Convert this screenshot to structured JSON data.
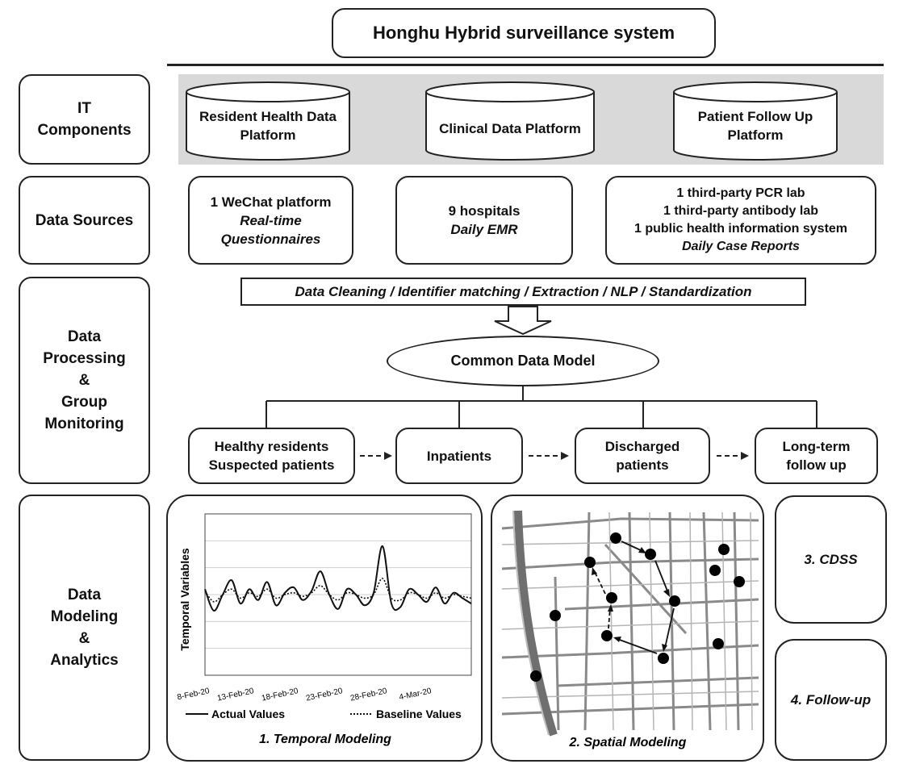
{
  "title": "Honghu Hybrid surveillance system",
  "rows": {
    "it": "IT\nComponents",
    "sources": "Data Sources",
    "processing": "Data\nProcessing\n&\nGroup\nMonitoring",
    "modeling": "Data\nModeling\n&\nAnalytics"
  },
  "platforms": [
    "Resident Health Data\nPlatform",
    "Clinical Data Platform",
    "Patient Follow Up\nPlatform"
  ],
  "sources": {
    "wechat": {
      "line1": "1 WeChat platform",
      "line2": "Real-time\nQuestionnaires"
    },
    "hospitals": {
      "line1": "9 hospitals",
      "line2": "Daily EMR"
    },
    "labs": {
      "line1": "1 third-party PCR lab",
      "line2": "1 third-party antibody lab",
      "line3": "1 public health information system",
      "line4": "Daily Case Reports"
    }
  },
  "processing_steps": "Data Cleaning / Identifier matching / Extraction / NLP / Standardization",
  "cdm": "Common Data Model",
  "groups": [
    "Healthy residents\nSuspected patients",
    "Inpatients",
    "Discharged\npatients",
    "Long-term\nfollow up"
  ],
  "panels": {
    "temporal": "1. Temporal Modeling",
    "spatial": "2. Spatial Modeling",
    "cdss": "3. CDSS",
    "followup": "4. Follow-up"
  },
  "chart_data": {
    "type": "line",
    "ylabel": "Temporal Variables",
    "xlabel": "",
    "x_tick_labels": [
      "8-Feb-20",
      "13-Feb-20",
      "18-Feb-20",
      "23-Feb-20",
      "28-Feb-20",
      "4-Mar-20"
    ],
    "x_range": [
      0,
      30
    ],
    "ylim": [
      0,
      9
    ],
    "grid": true,
    "legend_position": "bottom",
    "series": [
      {
        "name": "Actual Values",
        "style": "solid",
        "x": [
          0,
          1,
          2,
          3,
          4,
          5,
          6,
          7,
          8,
          9,
          10,
          11,
          12,
          13,
          14,
          15,
          16,
          17,
          18,
          19,
          20,
          21,
          22,
          23,
          24,
          25,
          26,
          27,
          28,
          29,
          30
        ],
        "values": [
          4.8,
          3.6,
          4.5,
          5.3,
          4.0,
          4.8,
          4.2,
          5.2,
          3.9,
          4.6,
          4.9,
          4.2,
          4.7,
          5.8,
          4.5,
          3.7,
          4.8,
          4.5,
          3.9,
          4.6,
          7.2,
          4.0,
          3.8,
          4.8,
          4.5,
          4.1,
          4.9,
          4.0,
          4.6,
          4.3,
          4.0
        ]
      },
      {
        "name": "Baseline Values",
        "style": "dotted",
        "x": [
          0,
          1,
          2,
          3,
          4,
          5,
          6,
          7,
          8,
          9,
          10,
          11,
          12,
          13,
          14,
          15,
          16,
          17,
          18,
          19,
          20,
          21,
          22,
          23,
          24,
          25,
          26,
          27,
          28,
          29,
          30
        ],
        "values": [
          4.7,
          4.1,
          4.5,
          4.8,
          4.3,
          4.6,
          4.4,
          4.8,
          4.3,
          4.5,
          4.6,
          4.4,
          4.6,
          5.0,
          4.5,
          4.2,
          4.6,
          4.5,
          4.3,
          4.5,
          5.4,
          4.3,
          4.2,
          4.6,
          4.5,
          4.3,
          4.6,
          4.3,
          4.5,
          4.4,
          4.3
        ]
      }
    ]
  }
}
